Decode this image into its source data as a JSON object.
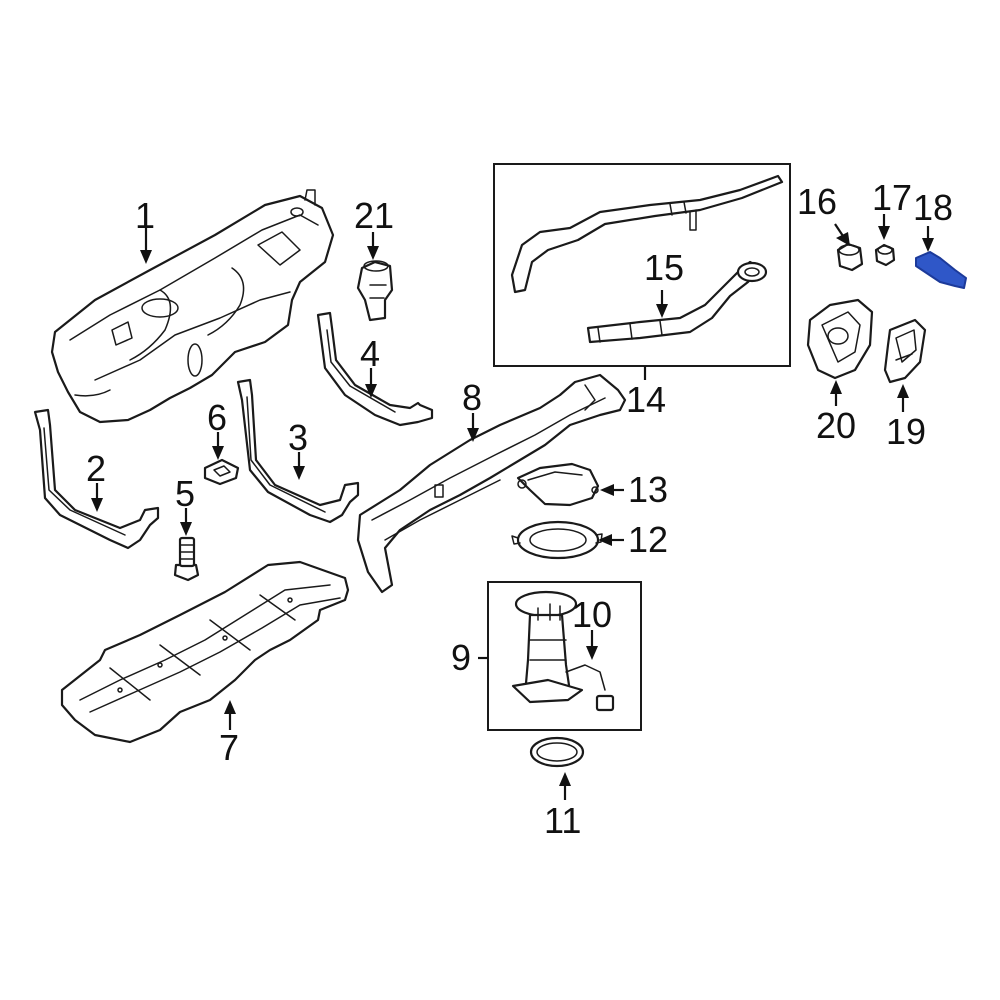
{
  "diagram": {
    "highlight_color": "#2f57c8",
    "callouts": {
      "c1": "1",
      "c2": "2",
      "c3": "3",
      "c4": "4",
      "c5": "5",
      "c6": "6",
      "c7": "7",
      "c8": "8",
      "c9": "9",
      "c10": "10",
      "c11": "11",
      "c12": "12",
      "c13": "13",
      "c14": "14",
      "c15": "15",
      "c16": "16",
      "c17": "17",
      "c18": "18",
      "c19": "19",
      "c20": "20",
      "c21": "21"
    }
  }
}
